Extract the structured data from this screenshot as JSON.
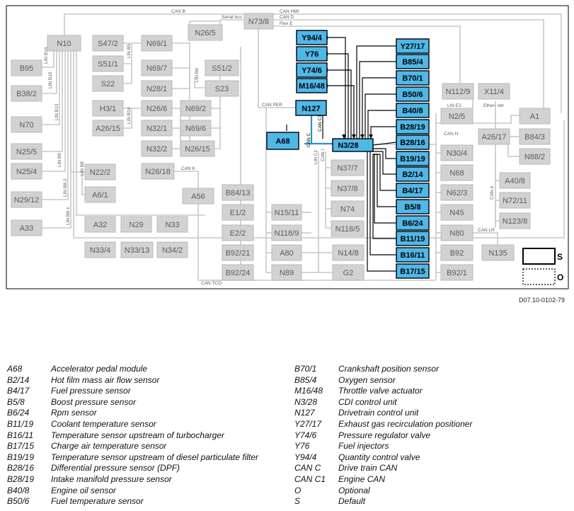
{
  "diagram": {
    "boxes_gray": [
      "N10",
      "B95",
      "B38/2",
      "N70",
      "N25/5",
      "N25/4",
      "N29/12",
      "A33",
      "S47/2",
      "S51/1",
      "S22",
      "H3/1",
      "A26/15",
      "N69/1",
      "N69/7",
      "N28/1",
      "N26/6",
      "N32/1",
      "N32/2",
      "N26/18",
      "N22/2",
      "A6/1",
      "A32",
      "N29",
      "N33",
      "N33/4",
      "N33/13",
      "N34/2",
      "N26/5",
      "N73/8",
      "S51/2",
      "S23",
      "N69/2",
      "N69/6",
      "N26/15",
      "A56",
      "B84/13",
      "E1/2",
      "E2/2",
      "B92/21",
      "B92/24",
      "N15/11",
      "N118/9",
      "A80",
      "N89",
      "N37/7",
      "N37/8",
      "N74",
      "N118/5",
      "N14/8",
      "G2",
      "N112/9",
      "X11/4",
      "N2/5",
      "A1",
      "A26/17",
      "B84/3",
      "N88/2",
      "N30/4",
      "N68",
      "N62/3",
      "N45",
      "N80",
      "B92",
      "B92/1",
      "A40/8",
      "N72/11",
      "N123/8",
      "N135"
    ],
    "boxes_blue": [
      "Y94/4",
      "Y76",
      "Y74/6",
      "M16/48",
      "N127",
      "A68",
      "N3/28",
      "Y27/17",
      "B85/4",
      "B70/1",
      "B50/6",
      "B40/8",
      "B28/19",
      "B28/16",
      "B19/19",
      "B2/14",
      "B4/17",
      "B5/8",
      "B6/24",
      "B11/19",
      "B16/11",
      "B17/15"
    ],
    "wire_labels": [
      "CAN B",
      "CAN HMI",
      "Serial bus",
      "CAN D",
      "Flex E",
      "LIN B16",
      "LIN B15",
      "LIN B13",
      "LIN B9",
      "LIN B8",
      "LIN B8-2",
      "LIN B8-1",
      "LIN B5",
      "LIN B14",
      "LIN B6",
      "CAN K",
      "LIN E2",
      "Ether- net",
      "CAN H",
      "CAN A",
      "CAN LR",
      "CAN PER",
      "CAN C",
      "CAN C1",
      "LIN C1",
      "CAN I",
      "CAN TCO"
    ],
    "key": {
      "s_label": "S",
      "o_label": "O"
    }
  },
  "reference_code": "D07.10-0102-79",
  "legend_left": [
    {
      "code": "A68",
      "desc": "Accelerator pedal module"
    },
    {
      "code": "B2/14",
      "desc": "Hot film mass air flow sensor"
    },
    {
      "code": "B4/17",
      "desc": "Fuel pressure sensor"
    },
    {
      "code": "B5/8",
      "desc": "Boost pressure sensor"
    },
    {
      "code": "B6/24",
      "desc": "Rpm sensor"
    },
    {
      "code": "B11/19",
      "desc": "Coolant temperature sensor"
    },
    {
      "code": "B16/11",
      "desc": "Temperature sensor upstream of turbocharger"
    },
    {
      "code": "B17/15",
      "desc": "Charge air temperature sensor"
    },
    {
      "code": "B19/19",
      "desc": "Temperature sensor upstream of diesel particulate filter"
    },
    {
      "code": "B28/16",
      "desc": "Differential pressure sensor (DPF)"
    },
    {
      "code": "B28/19",
      "desc": "Intake manifold pressure sensor"
    },
    {
      "code": "B40/8",
      "desc": "Engine oil sensor"
    },
    {
      "code": "B50/6",
      "desc": "Fuel temperature sensor"
    }
  ],
  "legend_right": [
    {
      "code": "B70/1",
      "desc": "Crankshaft position sensor"
    },
    {
      "code": "B85/4",
      "desc": "Oxygen sensor"
    },
    {
      "code": "M16/48",
      "desc": "Throttle valve actuator"
    },
    {
      "code": "N3/28",
      "desc": "CDI control unit"
    },
    {
      "code": "N127",
      "desc": "Drivetrain control unit"
    },
    {
      "code": "Y27/17",
      "desc": "Exhaust gas recirculation positioner"
    },
    {
      "code": "Y74/6",
      "desc": "Pressure regulator valve"
    },
    {
      "code": "Y76",
      "desc": "Fuel injectors"
    },
    {
      "code": "Y94/4",
      "desc": "Quantity control valve"
    },
    {
      "code": "CAN C",
      "desc": "Drive train CAN"
    },
    {
      "code": "CAN C1",
      "desc": "Engine CAN"
    },
    {
      "code": "O",
      "desc": "Optional"
    },
    {
      "code": "S",
      "desc": "Default"
    }
  ]
}
